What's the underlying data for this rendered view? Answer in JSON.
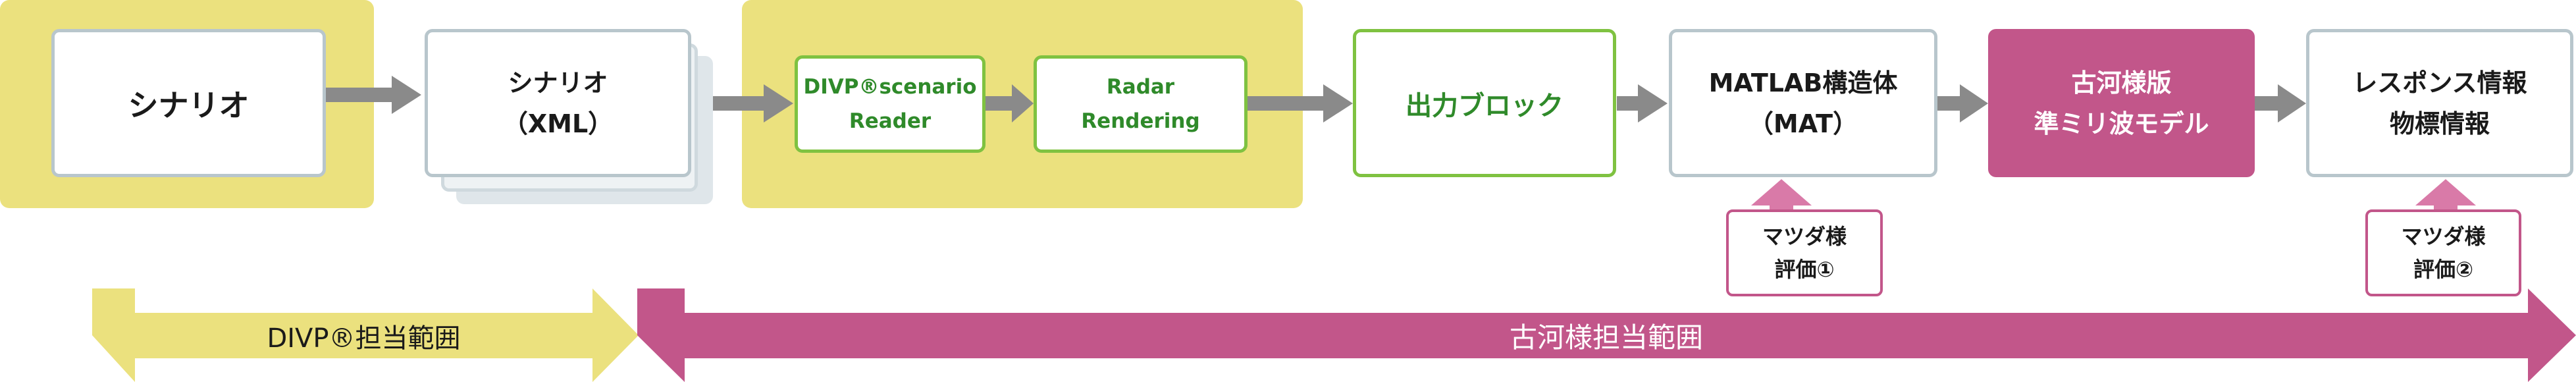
{
  "colors": {
    "panel_yellow": "#ebe17e",
    "gray_border": "#b8c6cc",
    "green_border": "#7fc241",
    "green_text": "#2f8a2a",
    "pink": "#c2568a",
    "arrow_gray": "#8a8a8a"
  },
  "nodes": {
    "scenario": {
      "lines": [
        "シナリオ"
      ]
    },
    "scenario_xml": {
      "lines": [
        "シナリオ",
        "（XML）"
      ]
    },
    "divp_reader": {
      "lines": [
        "DIVP®scenario",
        "Reader"
      ]
    },
    "radar_rendering": {
      "lines": [
        "Radar",
        "Rendering"
      ]
    },
    "output_block": {
      "lines": [
        "出力ブロック"
      ]
    },
    "matlab_struct": {
      "lines": [
        "MATLAB構造体",
        "（MAT）"
      ]
    },
    "furukawa_radar": {
      "lines": [
        "古河様版",
        "準ミリ波モデル"
      ]
    },
    "response_info": {
      "lines": [
        "レスポンス情報",
        "物標情報"
      ]
    }
  },
  "evaluations": {
    "eval1": {
      "lines": [
        "マツダ様",
        "評価①"
      ]
    },
    "eval2": {
      "lines": [
        "マツダ様",
        "評価②"
      ]
    }
  },
  "scopes": {
    "divp": "DIVP®担当範囲",
    "furukawa": "古河様担当範囲"
  }
}
